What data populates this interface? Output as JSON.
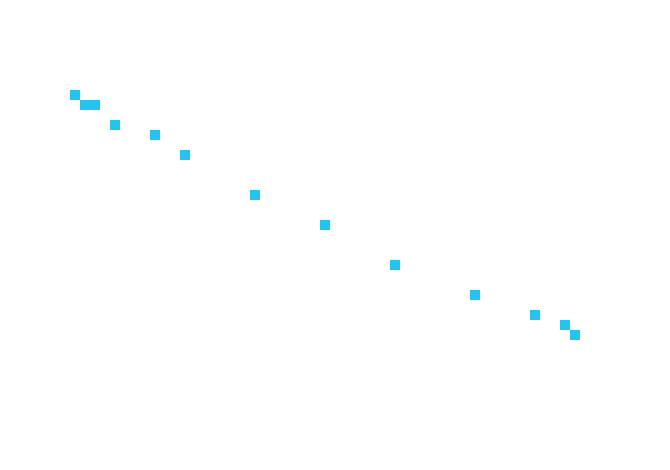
{
  "chart_data": {
    "type": "scatter",
    "marker": "square",
    "grid": false,
    "legend": "none",
    "title": "",
    "xlabel": "",
    "ylabel": "",
    "x_tick_labels_shown": false,
    "y_tick_labels_shown": false,
    "colors": {
      "point": "#23c4f0",
      "background": "#ffffff"
    },
    "xlim": [
      60,
      590
    ],
    "ylim": [
      350,
      80
    ],
    "points": [
      {
        "x": 75,
        "y": 95
      },
      {
        "x": 85,
        "y": 105
      },
      {
        "x": 95,
        "y": 105
      },
      {
        "x": 115,
        "y": 125
      },
      {
        "x": 155,
        "y": 135
      },
      {
        "x": 185,
        "y": 155
      },
      {
        "x": 255,
        "y": 195
      },
      {
        "x": 325,
        "y": 225
      },
      {
        "x": 395,
        "y": 265
      },
      {
        "x": 475,
        "y": 295
      },
      {
        "x": 535,
        "y": 315
      },
      {
        "x": 565,
        "y": 325
      },
      {
        "x": 575,
        "y": 335
      }
    ]
  }
}
